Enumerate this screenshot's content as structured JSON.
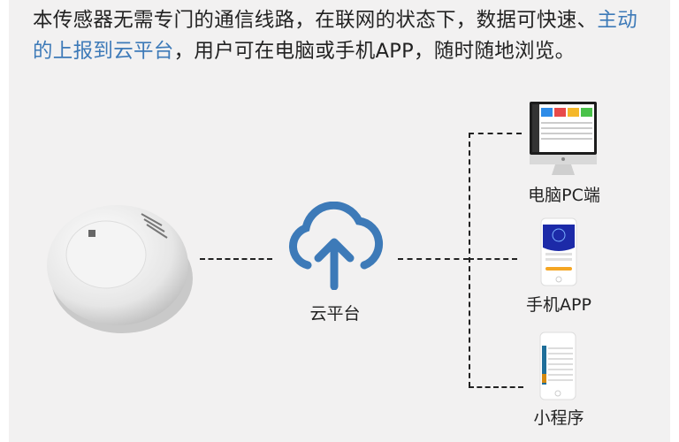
{
  "intro": {
    "part1": "本传感器无需专门的通信线路，在联网的状态下，数据可快速、",
    "highlight": "主动的上报到云平台",
    "part2": "，用户可在电脑或手机APP，随时随地浏览。"
  },
  "colors": {
    "highlight": "#3d7ab8",
    "cloud": "#3d7ab8",
    "background": "#f2f1f1"
  },
  "cloud": {
    "label": "云平台"
  },
  "targets": [
    {
      "label": "电脑PC端",
      "icon": "monitor-icon"
    },
    {
      "label": "手机APP",
      "icon": "phone-icon"
    },
    {
      "label": "小程序",
      "icon": "mini-program-icon"
    }
  ]
}
